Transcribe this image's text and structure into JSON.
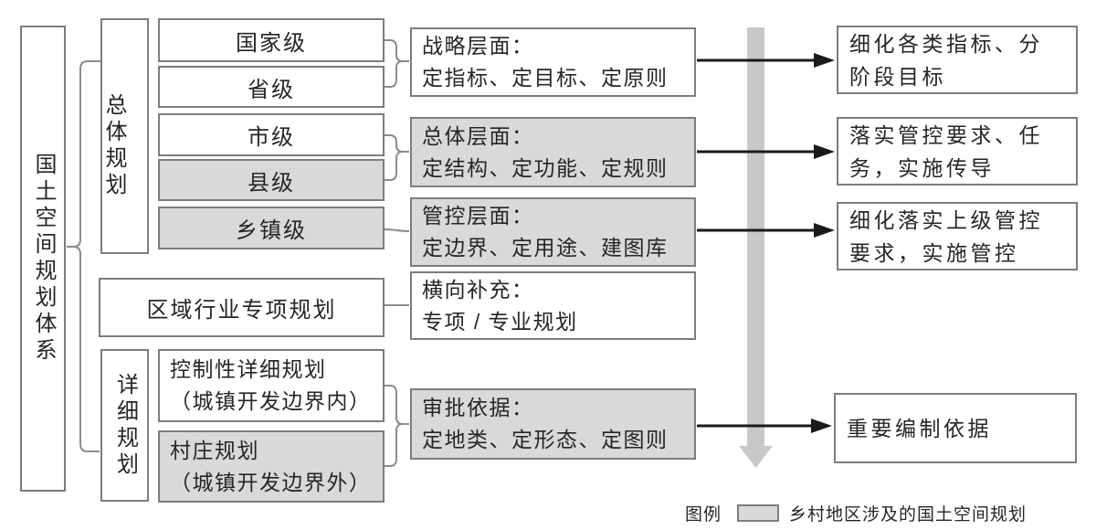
{
  "root": {
    "label": "国土空间规划体系"
  },
  "groups": {
    "overall": {
      "label": "总体规划"
    },
    "detailed": {
      "label": "详细规划"
    }
  },
  "levels": [
    {
      "label": "国家级",
      "highlight": false
    },
    {
      "label": "省级",
      "highlight": false
    },
    {
      "label": "市级",
      "highlight": false
    },
    {
      "label": "县级",
      "highlight": true
    },
    {
      "label": "乡镇级",
      "highlight": true
    }
  ],
  "regional": {
    "label": "区域行业专项规划"
  },
  "detailed_items": [
    {
      "label": "控制性详细规划\n（城镇开发边界内）",
      "highlight": false
    },
    {
      "label": "村庄规划\n（城镇开发边界外）",
      "highlight": true
    }
  ],
  "middle_boxes": [
    {
      "text": "战略层面：\n定指标、定目标、定原则",
      "highlight": false
    },
    {
      "text": "总体层面：\n定结构、定功能、定规则",
      "highlight": true
    },
    {
      "text": "管控层面：\n定边界、定用途、建图库",
      "highlight": true
    },
    {
      "text": "横向补充：\n专项 / 专业规划",
      "highlight": false
    },
    {
      "text": "审批依据：\n定地类、定形态、定图则",
      "highlight": true
    }
  ],
  "right_boxes": [
    {
      "text": "细化各类指标、分\n阶段目标"
    },
    {
      "text": "落实管控要求、任\n务，实施传导"
    },
    {
      "text": "细化落实上级管控\n要求，实施管控"
    },
    {
      "text": "重要编制依据"
    }
  ],
  "legend": {
    "title": "图例",
    "swatch_label": "乡村地区涉及的国土空间规划"
  },
  "colors": {
    "highlight_fill": "#d9d9d9",
    "box_border": "#7d7d7d",
    "connector_gray": "#8c8c8c",
    "arrow_black": "#1a1a1a",
    "flow_arrow_gray": "#c8c8c8",
    "text": "#262626"
  }
}
